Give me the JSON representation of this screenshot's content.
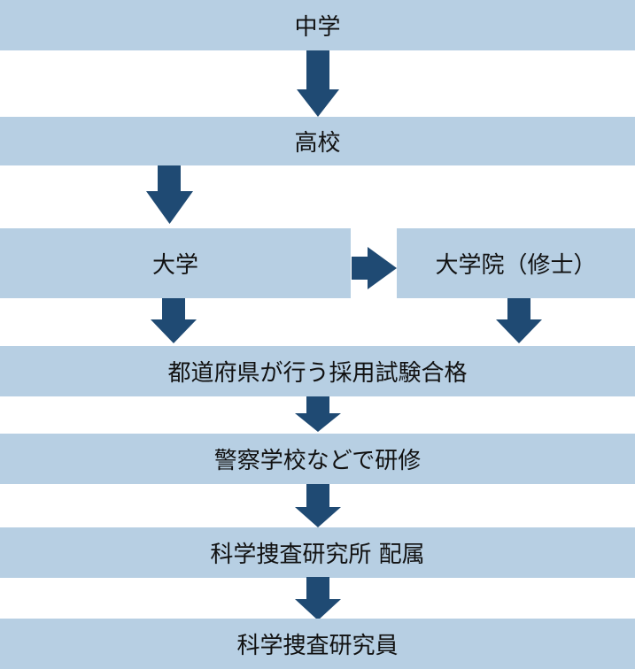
{
  "diagram": {
    "title": "科学捜査研究員になるまでの流れ",
    "colors": {
      "box": "#b7cfe3",
      "arrow": "#1f4a73",
      "text": "#111111"
    },
    "steps": {
      "junior_high": "中学",
      "high_school": "高校",
      "university": "大学",
      "graduate_school": "大学院（修士）",
      "exam": "都道府県が行う採用試験合格",
      "training": "警察学校などで研修",
      "assignment": "科学捜査研究所 配属",
      "result": "科学捜査研究員"
    },
    "edges": [
      [
        "中学",
        "高校"
      ],
      [
        "高校",
        "大学"
      ],
      [
        "大学",
        "大学院（修士）"
      ],
      [
        "大学",
        "都道府県が行う採用試験合格"
      ],
      [
        "大学院（修士）",
        "都道府県が行う採用試験合格"
      ],
      [
        "都道府県が行う採用試験合格",
        "警察学校などで研修"
      ],
      [
        "警察学校などで研修",
        "科学捜査研究所 配属"
      ],
      [
        "科学捜査研究所 配属",
        "科学捜査研究員"
      ]
    ]
  }
}
